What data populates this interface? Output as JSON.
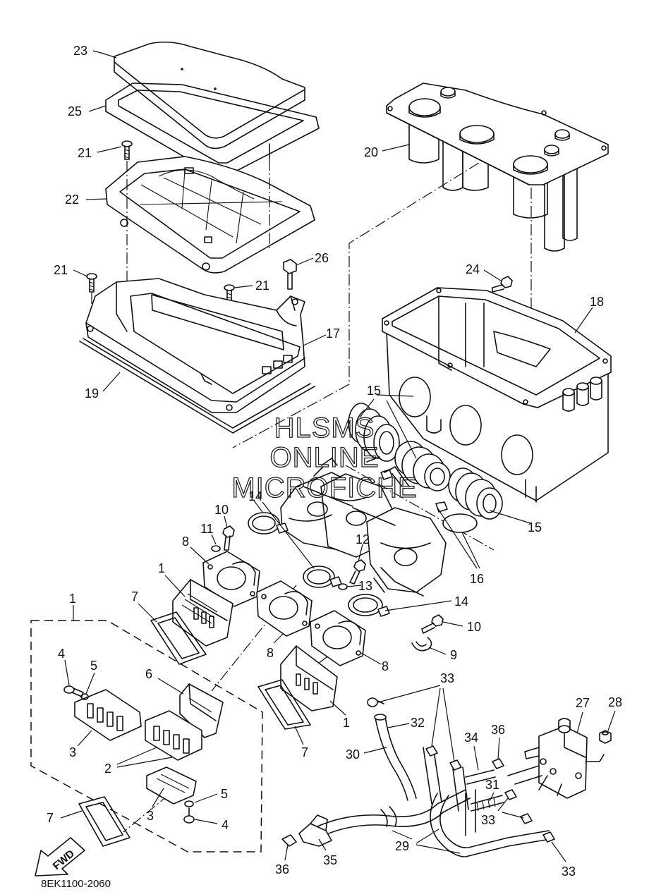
{
  "part_code": "8EK1100-2060",
  "fwd_label": "FWD",
  "watermark": [
    "HLSMS",
    "ONLINE",
    "MICROFICHE"
  ],
  "callouts": [
    "23",
    "25",
    "21",
    "22",
    "20",
    "26",
    "21",
    "21",
    "24",
    "18",
    "17",
    "19",
    "15",
    "15",
    "14",
    "10",
    "11",
    "8",
    "12",
    "1",
    "13",
    "16",
    "14",
    "1",
    "7",
    "10",
    "9",
    "8",
    "8",
    "4",
    "5",
    "6",
    "33",
    "27",
    "28",
    "32",
    "1",
    "34",
    "36",
    "3",
    "7",
    "30",
    "2",
    "31",
    "5",
    "33",
    "3",
    "7",
    "4",
    "29",
    "35",
    "36",
    "33"
  ]
}
